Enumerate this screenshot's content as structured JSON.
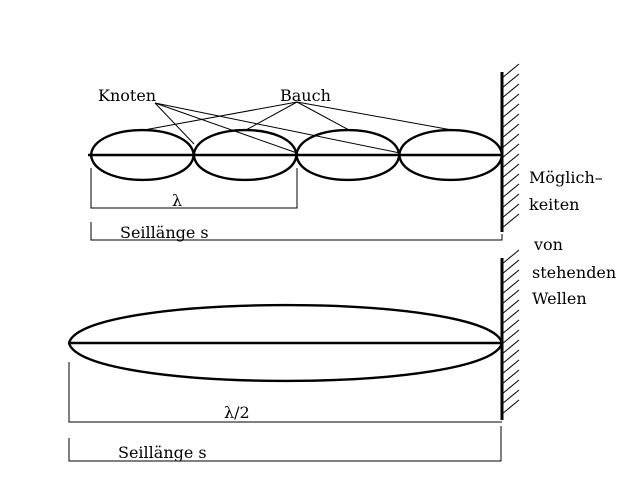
{
  "labels": {
    "knoten": "Knoten",
    "bauch": "Bauch",
    "lambda": "λ",
    "lambda_half": "λ/2",
    "seillaenge_top": "Seillänge  s",
    "seillaenge_bottom": "Seillänge  s",
    "side_text": [
      "Möglich–",
      "keiten",
      "von",
      "stehenden",
      "Wellen"
    ]
  },
  "case_full_wave": {
    "loops": 4
  },
  "case_half_wave": {
    "loops": 1
  }
}
